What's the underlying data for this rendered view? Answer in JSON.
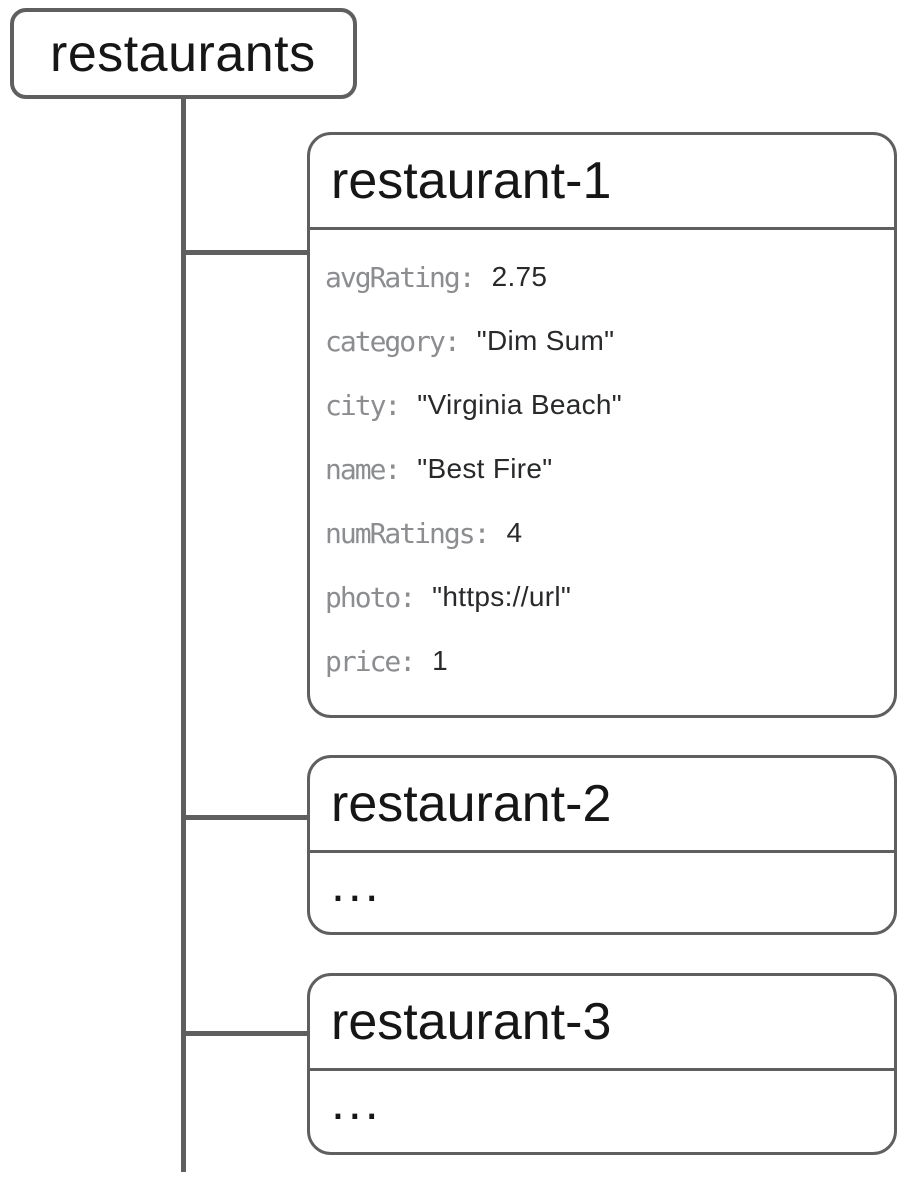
{
  "root": {
    "label": "restaurants"
  },
  "children": [
    {
      "title": "restaurant-1",
      "fields": [
        {
          "key": "avgRating:",
          "value": "2.75"
        },
        {
          "key": "category:",
          "value": "\"Dim Sum\""
        },
        {
          "key": "city:",
          "value": "\"Virginia Beach\""
        },
        {
          "key": "name:",
          "value": "\"Best Fire\""
        },
        {
          "key": "numRatings:",
          "value": "4"
        },
        {
          "key": "photo:",
          "value": "\"https://url\""
        },
        {
          "key": "price:",
          "value": "1"
        }
      ]
    },
    {
      "title": "restaurant-2",
      "body": "..."
    },
    {
      "title": "restaurant-3",
      "body": "..."
    }
  ],
  "colors": {
    "line": "#5f5f5f",
    "key_text": "#8b8d90",
    "value_text": "#28292b",
    "title_text": "#161616"
  }
}
